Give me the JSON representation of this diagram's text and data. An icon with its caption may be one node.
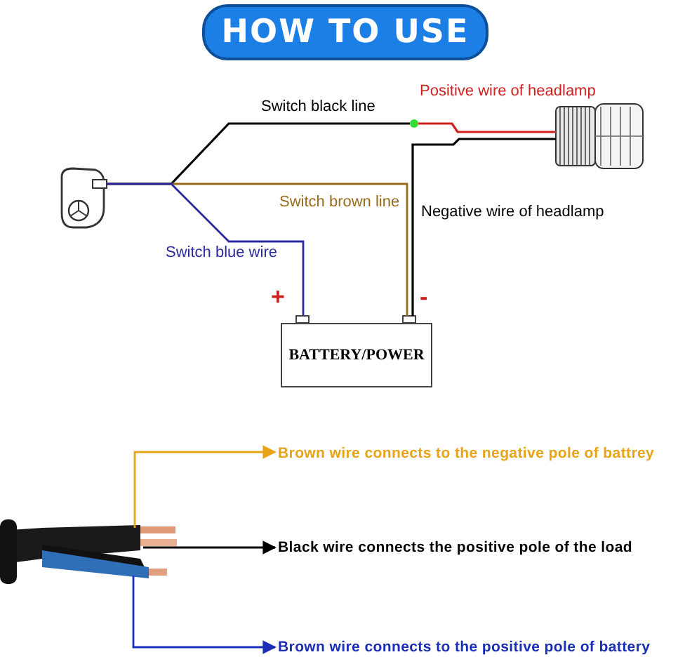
{
  "diagram": {
    "title": "HOW TO USE",
    "nodes": [
      {
        "text": [],
        "shape": "picture"
      },
      {
        "text": [],
        "shape": "circle"
      },
      {
        "text": [],
        "shape": "picture"
      },
      {
        "text": [
          "BATTERY/POWER"
        ]
      },
      {
        "text": [],
        "shape": "picture"
      },
      {
        "text": [
          "Brown wire connects to the negative pole of battrey"
        ]
      },
      {
        "text": [
          "Black wire connects the positive pole of the load"
        ]
      },
      {
        "text": [
          "Brown wire connects to the positive pole of battery"
        ]
      }
    ],
    "edges": [
      {
        "from": 0,
        "to": 1,
        "arrow": "none",
        "label": "Switch black line",
        "color": "#000000"
      },
      {
        "from": 1,
        "to": 2,
        "arrow": "none",
        "label": "Positive wire of headlamp",
        "color": "#d02020"
      },
      {
        "from": 2,
        "to": 3,
        "arrow": "none",
        "label": "Negative wire of headlamp",
        "color": "#000000"
      },
      {
        "from": 0,
        "to": 3,
        "arrow": "none",
        "label": "Switch brown line",
        "color": "#9a6b1a"
      },
      {
        "from": 0,
        "to": 3,
        "arrow": "none",
        "label": "Switch blue wire",
        "color": "#2b2ba0"
      },
      {
        "from": 4,
        "to": 5,
        "arrow": "to",
        "color": "#e8a317"
      },
      {
        "from": 4,
        "to": 6,
        "arrow": "to",
        "color": "#000000"
      },
      {
        "from": 4,
        "to": 7,
        "arrow": "to",
        "color": "#1a2fb8"
      }
    ],
    "labels": [
      "+",
      "-"
    ]
  }
}
